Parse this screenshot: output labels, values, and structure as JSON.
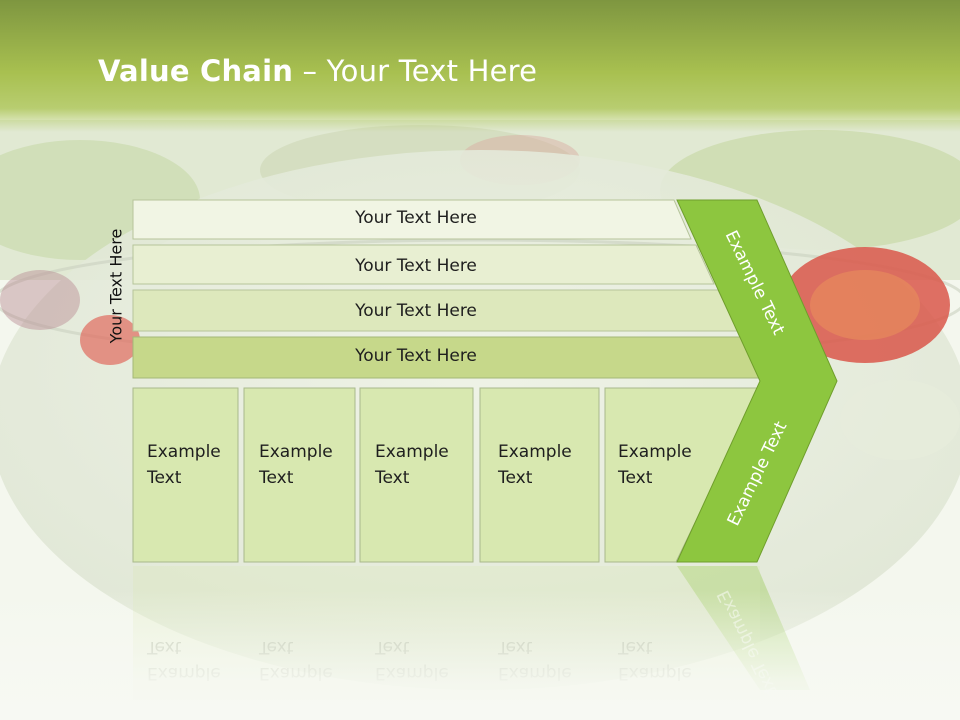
{
  "title": {
    "bold": "Value Chain",
    "rest": " – Your Text Here"
  },
  "rows": [
    {
      "label": "Your Text Here"
    },
    {
      "label": "Your Text Here"
    },
    {
      "label": "Your Text Here"
    },
    {
      "label": "Your Text Here"
    }
  ],
  "vertical_label": "Your Text Here",
  "boxes": [
    {
      "line1": "Example",
      "line2": "Text"
    },
    {
      "line1": "Example",
      "line2": "Text"
    },
    {
      "line1": "Example",
      "line2": "Text"
    },
    {
      "line1": "Example",
      "line2": "Text"
    },
    {
      "line1": "Example",
      "line2": "Text"
    }
  ],
  "arrow": {
    "upper": "Example Text",
    "lower": "Example Text"
  },
  "colors": {
    "header": "#a8c050",
    "arrow": "#8dc63f",
    "row1": "#f1f5e4",
    "row2": "#e8efd2",
    "row3": "#dde8bc",
    "row4": "#c6d88a",
    "box": "#d8e8b0"
  }
}
